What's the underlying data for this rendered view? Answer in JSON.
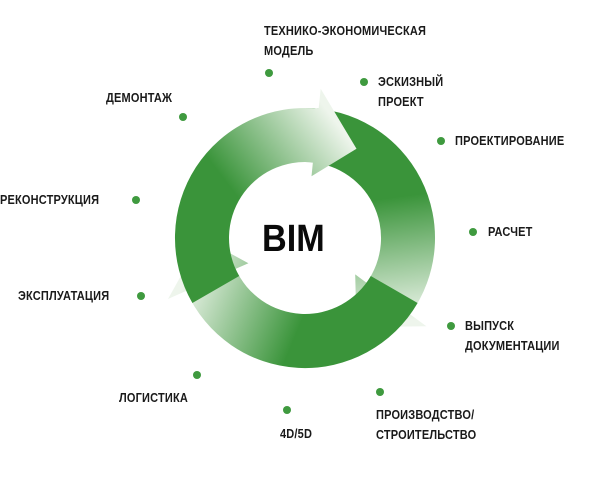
{
  "center_label": "BIM",
  "colors": {
    "dark_green": "#3a943a",
    "light_green": "#eef5ec",
    "dot": "#3f9a3f"
  },
  "stages": [
    {
      "line1": "ТЕХНИКО-ЭКОНОМИЧЕСКАЯ",
      "line2": "МОДЕЛЬ"
    },
    {
      "line1": "ЭСКИЗНЫЙ",
      "line2": "ПРОЕКТ"
    },
    {
      "line1": "ПРОЕКТИРОВАНИЕ"
    },
    {
      "line1": "РАСЧЕТ"
    },
    {
      "line1": "ВЫПУСК",
      "line2": "ДОКУМЕНТАЦИИ"
    },
    {
      "line1": "ПРОИЗВОДСТВО/",
      "line2": "СТРОИТЕЛЬСТВО"
    },
    {
      "line1": "4D/5D"
    },
    {
      "line1": "ЛОГИСТИКА"
    },
    {
      "line1": "ЭКСПЛУАТАЦИЯ"
    },
    {
      "line1": "РЕКОНСТРУКЦИЯ"
    },
    {
      "line1": "ДЕМОНТАЖ"
    }
  ]
}
